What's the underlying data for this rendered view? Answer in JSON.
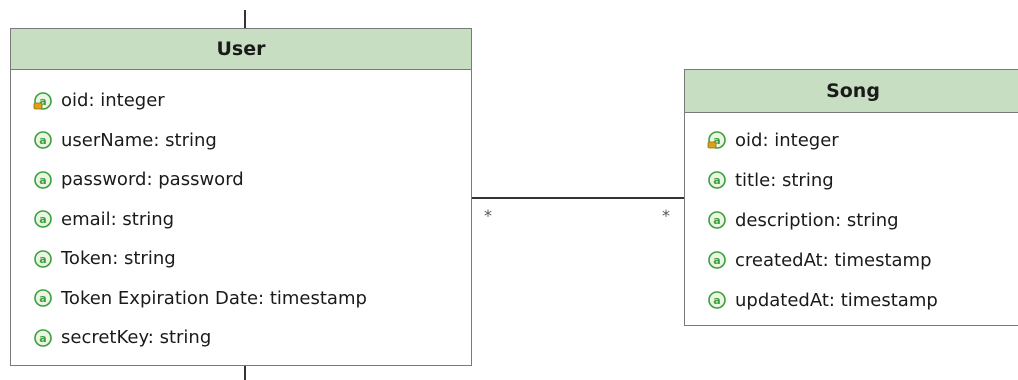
{
  "entities": {
    "user": {
      "name": "User",
      "attributes": [
        {
          "label": "oid: integer",
          "icon": "key-attribute-icon"
        },
        {
          "label": "userName: string",
          "icon": "attribute-icon"
        },
        {
          "label": "password: password",
          "icon": "attribute-icon"
        },
        {
          "label": "email: string",
          "icon": "attribute-icon"
        },
        {
          "label": "Token: string",
          "icon": "attribute-icon"
        },
        {
          "label": "Token Expiration Date: timestamp",
          "icon": "attribute-icon"
        },
        {
          "label": "secretKey: string",
          "icon": "attribute-icon"
        }
      ]
    },
    "song": {
      "name": "Song",
      "attributes": [
        {
          "label": "oid: integer",
          "icon": "key-attribute-icon"
        },
        {
          "label": "title: string",
          "icon": "attribute-icon"
        },
        {
          "label": "description: string",
          "icon": "attribute-icon"
        },
        {
          "label": "createdAt: timestamp",
          "icon": "attribute-icon"
        },
        {
          "label": "updatedAt: timestamp",
          "icon": "attribute-icon"
        }
      ]
    }
  },
  "association": {
    "user_multiplicity": "*",
    "song_multiplicity": "*"
  },
  "colors": {
    "header_fill": "#c7dec2",
    "attribute_icon": "#3c9e3c",
    "key_icon": "#d9a21b",
    "border": "#7a7a7a"
  }
}
